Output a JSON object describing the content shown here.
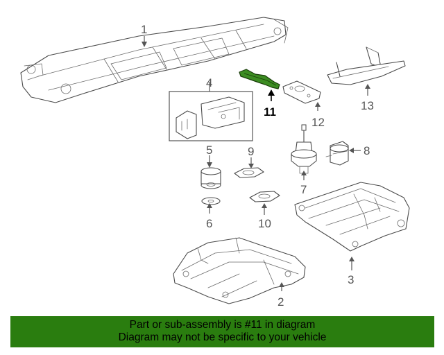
{
  "callouts": {
    "c1": "1",
    "c2": "2",
    "c3": "3",
    "c4": "4",
    "c5": "5",
    "c6": "6",
    "c7": "7",
    "c8": "8",
    "c9": "9",
    "c10": "10",
    "c11": "11",
    "c12": "12",
    "c13": "13"
  },
  "highlight": {
    "part": "11",
    "color": "#2a7d0f"
  },
  "banner": {
    "line1": "Part or sub-assembly is #11 in diagram",
    "line2": "Diagram may not be specific to your vehicle",
    "color": "#2a7d0f"
  }
}
